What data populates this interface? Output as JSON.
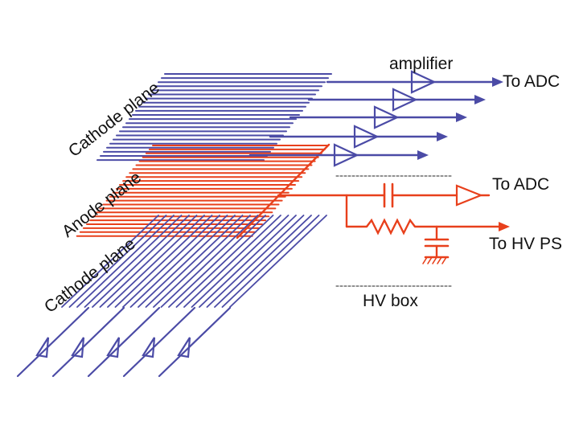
{
  "labels": {
    "top_cathode": "Cathode plane",
    "anode": "Anode plane",
    "bottom_cathode": "Cathode plane",
    "amplifier": "amplifier",
    "to_adc_top": "To ADC",
    "to_adc_anode": "To ADC",
    "to_hv_ps": "To HV PS",
    "hv_box": "HV box"
  },
  "colors": {
    "cathode": "#4b4ba6",
    "anode": "#e8401c",
    "text": "#111111"
  }
}
